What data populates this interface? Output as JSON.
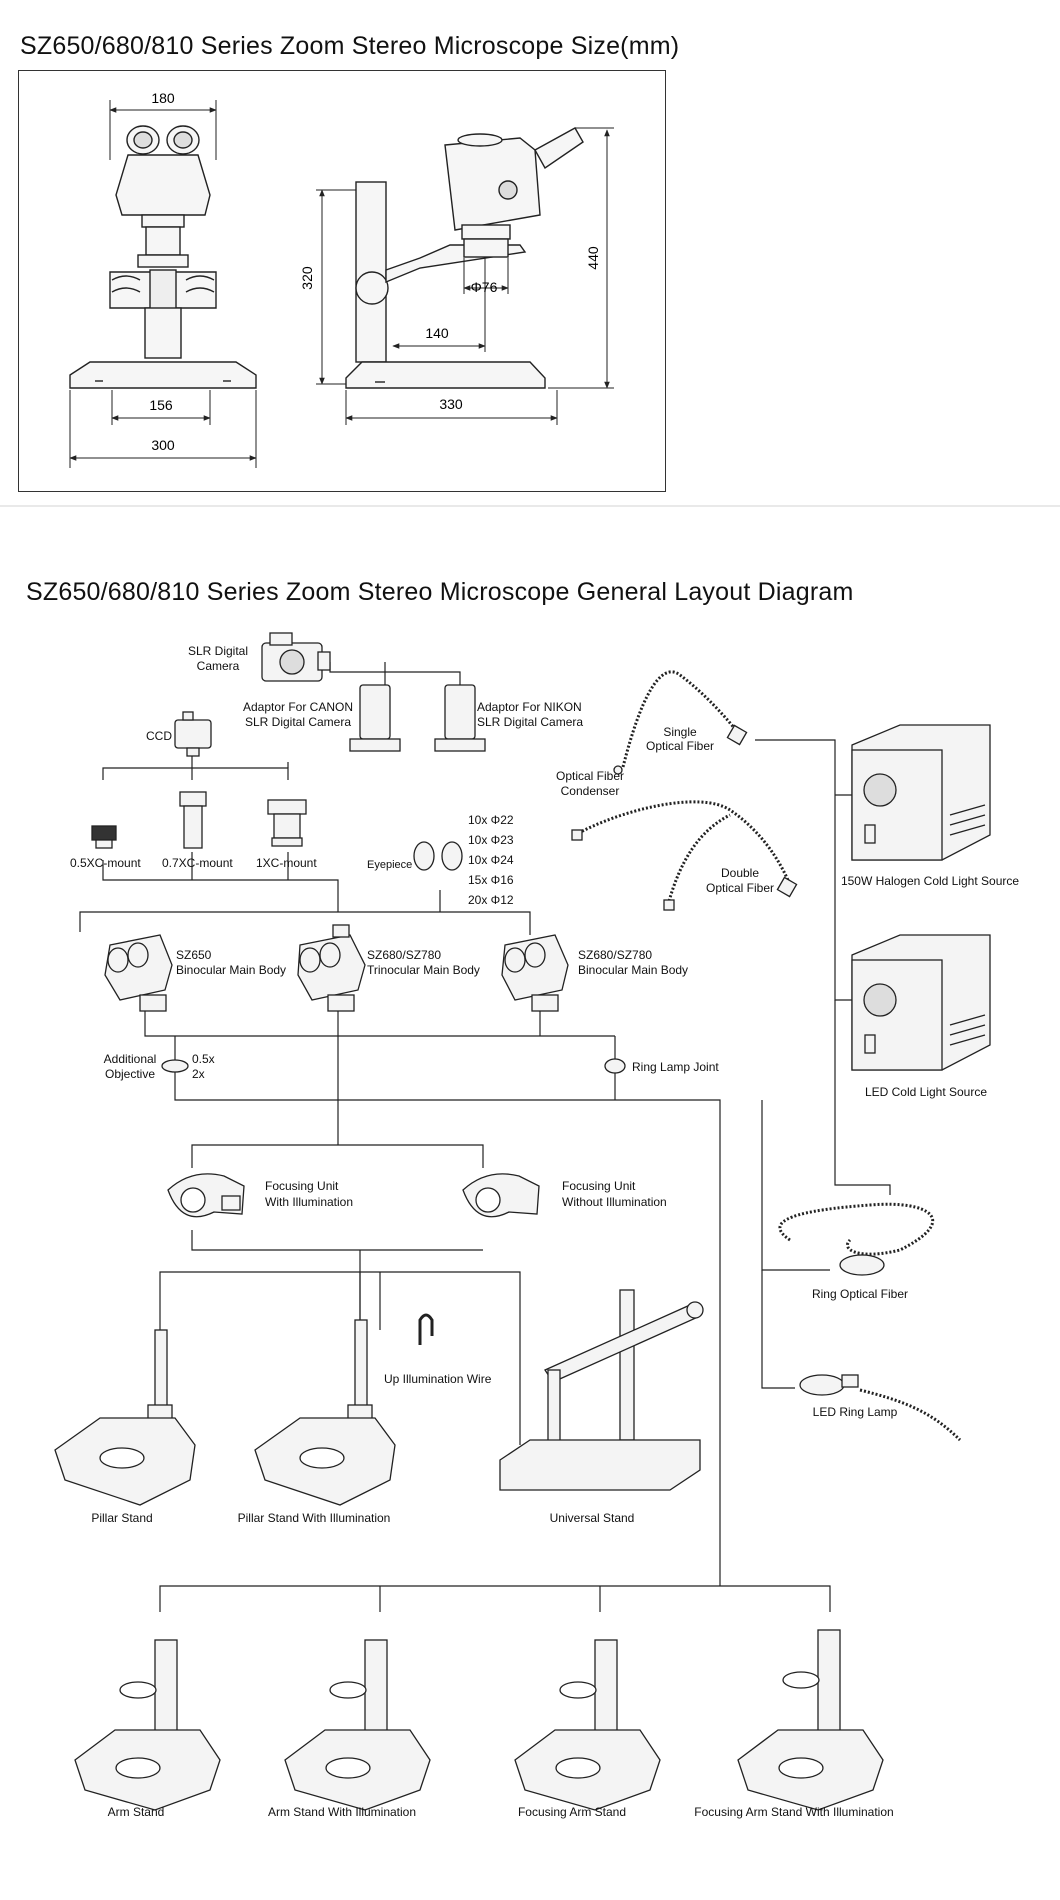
{
  "size_section": {
    "title": "SZ650/680/810 Series Zoom Stereo Microscope Size(mm)",
    "dimensions": {
      "front_width": "180",
      "base_inner": "156",
      "base_width": "300",
      "pillar_height": "320",
      "objective_dia": "Φ76",
      "total_height": "440",
      "pillar_offset": "140",
      "depth": "330"
    }
  },
  "layout_section": {
    "title": "SZ650/680/810 Series Zoom Stereo Microscope General Layout Diagram",
    "labels": {
      "slr_camera": [
        "SLR Digital",
        "Camera"
      ],
      "adaptor_canon": [
        "Adaptor For CANON",
        "SLR Digital Camera"
      ],
      "adaptor_nikon": [
        "Adaptor For NIKON",
        "SLR Digital Camera"
      ],
      "ccd": "CCD",
      "mount_05": "0.5XC-mount",
      "mount_07": "0.7XC-mount",
      "mount_1": "1XC-mount",
      "eyepiece": "Eyepiece",
      "eyepiece_options": [
        "10x Φ22",
        "10x Φ23",
        "10x Φ24",
        "15x Φ16",
        "20x Φ12"
      ],
      "single_fiber": [
        "Single",
        "Optical Fiber"
      ],
      "fiber_condenser": [
        "Optical Fiber",
        "Condenser"
      ],
      "double_fiber": [
        "Double",
        "Optical Fiber"
      ],
      "halogen_source": "150W Halogen Cold Light Source",
      "led_source": "LED Cold Light Source",
      "sz650_body": [
        "SZ650",
        "Binocular Main Body"
      ],
      "sz680_trino": [
        "SZ680/SZ780",
        "Trinocular Main Body"
      ],
      "sz680_bino": [
        "SZ680/SZ780",
        "Binocular Main Body"
      ],
      "additional_objective": [
        "Additional",
        "Objective"
      ],
      "objective_options": [
        "0.5x",
        "2x"
      ],
      "ring_lamp_joint": "Ring Lamp Joint",
      "focus_with": [
        "Focusing Unit",
        "With Illumination"
      ],
      "focus_without": [
        "Focusing Unit",
        "Without Illumination"
      ],
      "ring_optical_fiber": "Ring Optical Fiber",
      "up_illumination_wire": "Up Illumination Wire",
      "led_ring_lamp": "LED Ring Lamp",
      "pillar_stand": "Pillar Stand",
      "pillar_stand_illum": "Pillar Stand With Illumination",
      "universal_stand": "Universal Stand",
      "arm_stand": "Arm Stand",
      "arm_stand_illum": "Arm Stand With Illumination",
      "focusing_arm_stand": "Focusing Arm Stand",
      "focusing_arm_stand_illum": "Focusing Arm Stand With Illumination"
    }
  },
  "colors": {
    "line": "#222222",
    "frame": "#333333",
    "fill": "#f4f4f4"
  }
}
